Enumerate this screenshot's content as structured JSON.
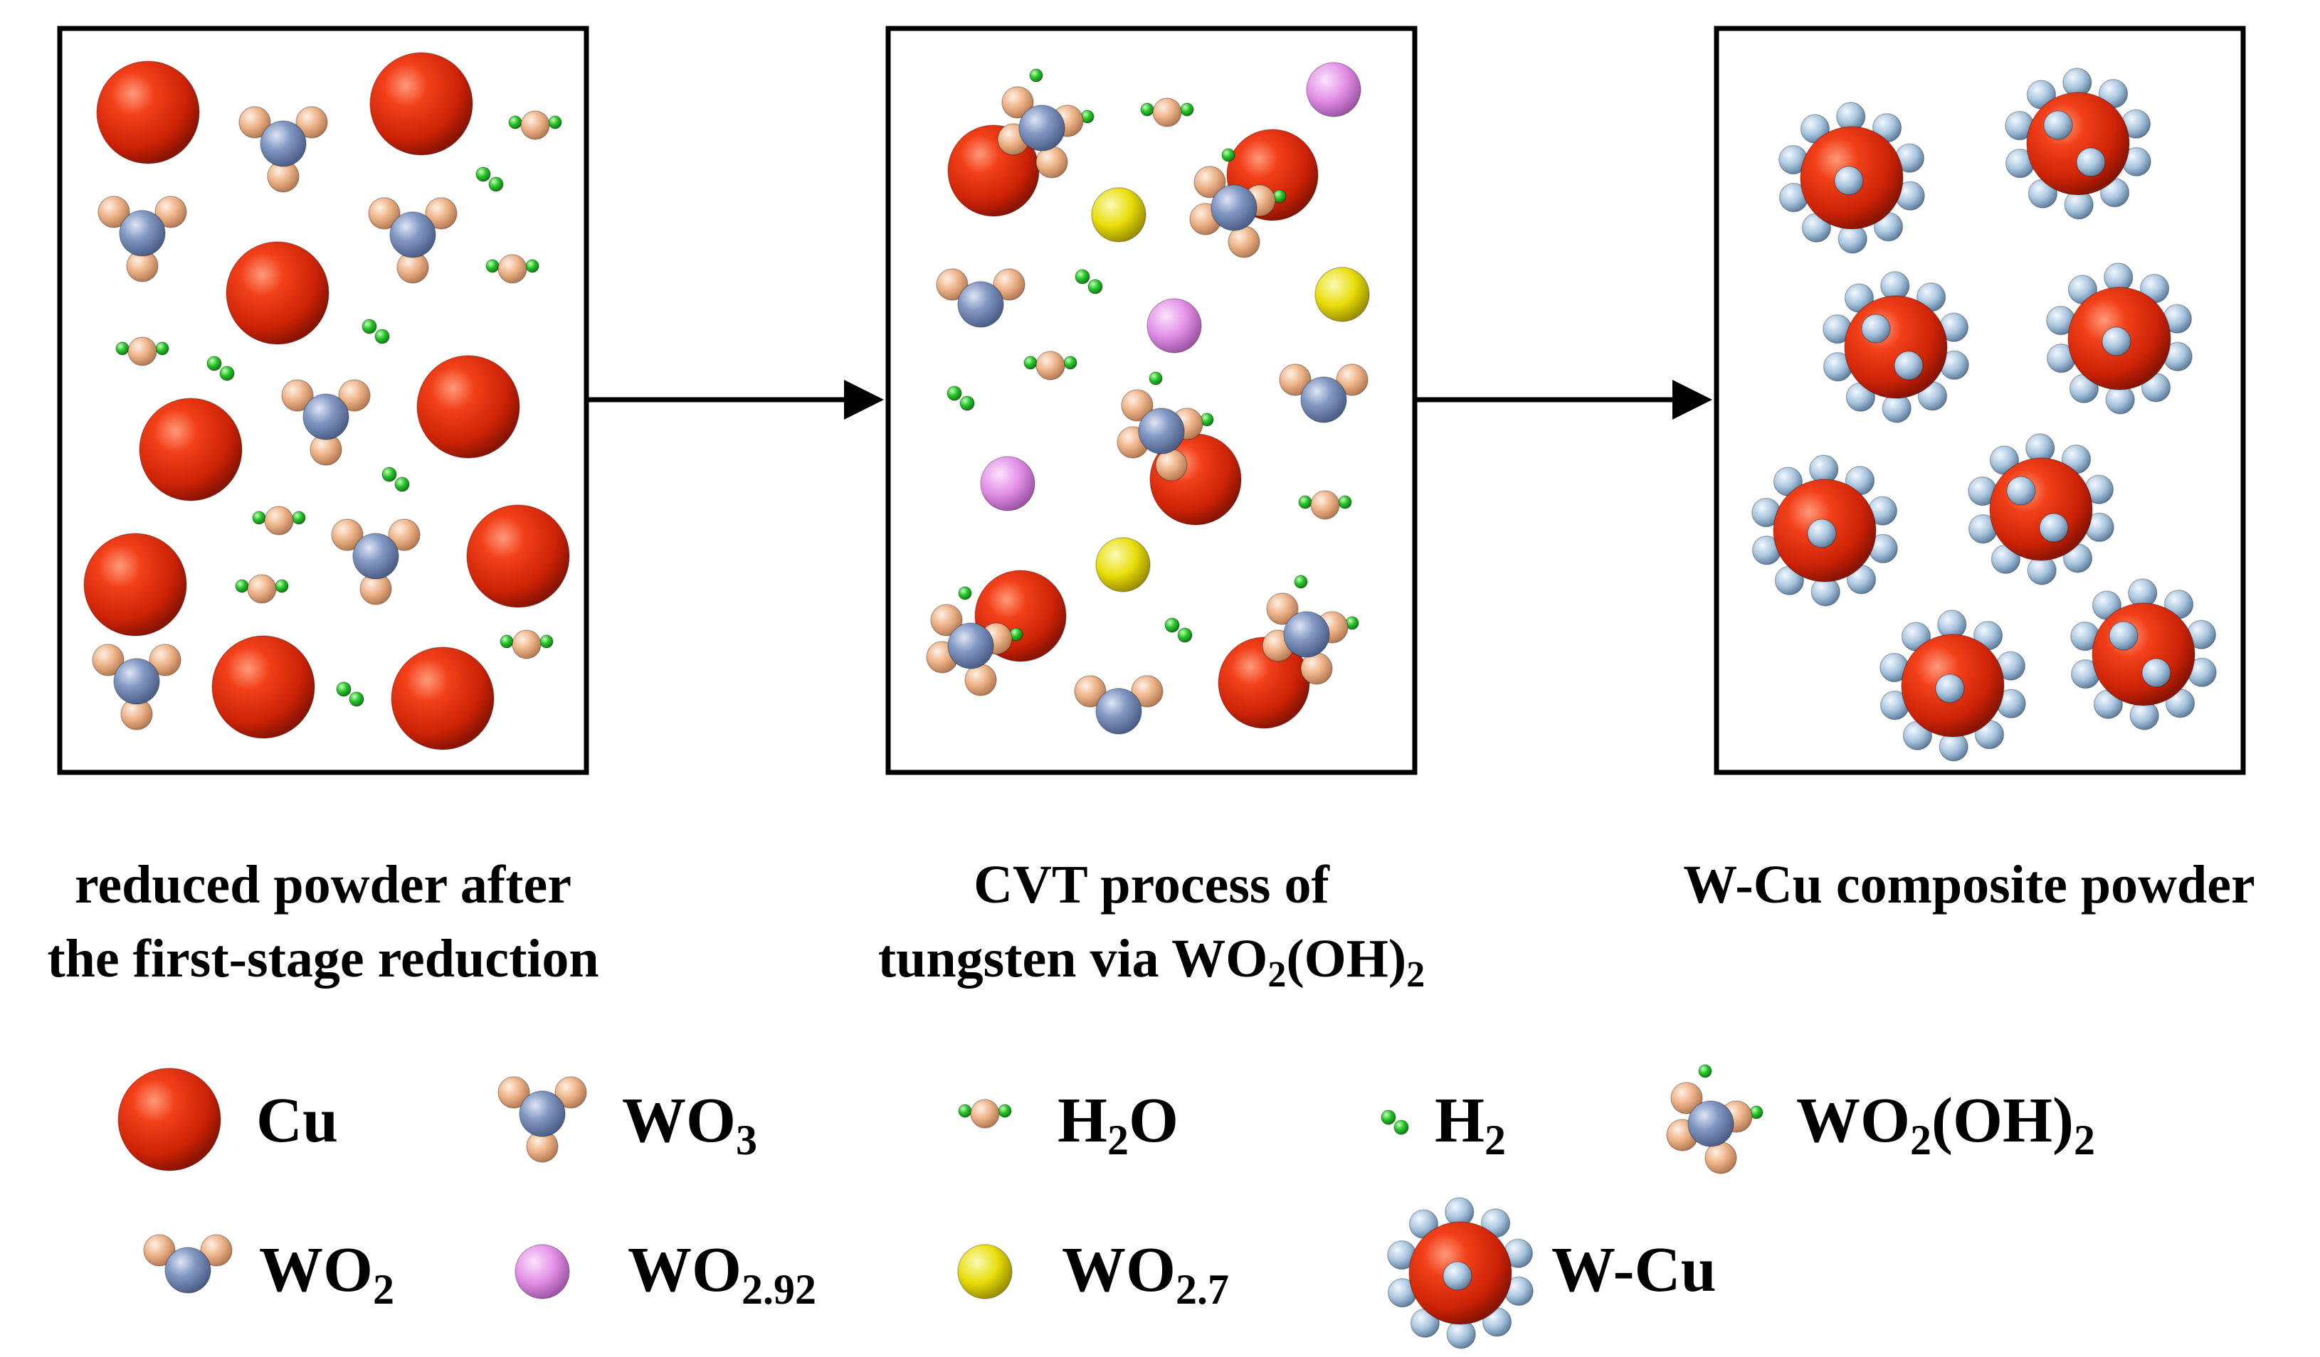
{
  "colors": {
    "cu": "#e02a0c",
    "w_atom": "#7f95c1",
    "o_atom": "#eeb48a",
    "h_atom": "#27c62a",
    "wo292": "#e28fe6",
    "wo27": "#e9de0a",
    "w_shell": "#a9c5de",
    "frame": "#000000"
  },
  "captions": {
    "stage1": {
      "line1": "reduced powder after",
      "line2": "the first-stage reduction"
    },
    "stage2": {
      "line1": "CVT process of",
      "line2_pre": "tungsten via WO",
      "line2_sub1": "2",
      "line2_mid": "(OH)",
      "line2_sub2": "2"
    },
    "stage3": {
      "line1": "W-Cu composite powder"
    }
  },
  "legend": {
    "cu": {
      "label": "Cu"
    },
    "wo3": {
      "label": "WO",
      "sub": "3"
    },
    "h2o": {
      "pre": "H",
      "sub": "2",
      "post": "O"
    },
    "h2": {
      "pre": "H",
      "sub": "2"
    },
    "wo2oh2": {
      "pre": "WO",
      "sub1": "2",
      "mid": "(OH)",
      "sub2": "2"
    },
    "wo2": {
      "label": "WO",
      "sub": "2"
    },
    "wo292": {
      "label": "WO",
      "sub": "2.92"
    },
    "wo27": {
      "label": "WO",
      "sub": "2.7"
    },
    "wcu": {
      "label": "W-Cu"
    }
  }
}
